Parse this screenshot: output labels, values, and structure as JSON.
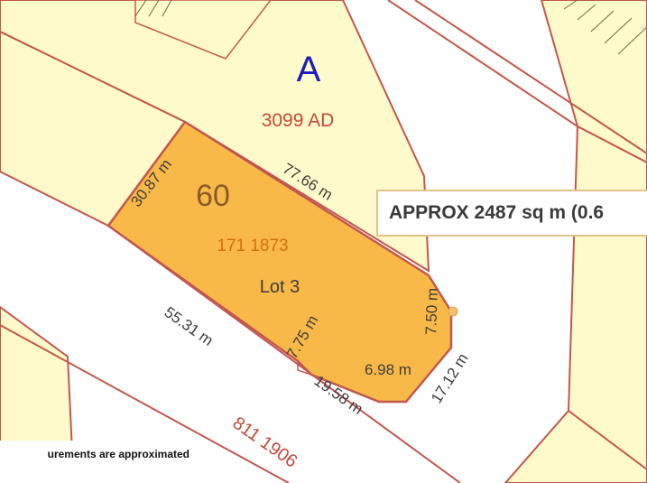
{
  "map": {
    "block_letter": "A",
    "parent_plan": "3099 AD",
    "lot": {
      "number": "60",
      "plan_ref": "171 1873",
      "name": "Lot 3"
    },
    "adjacent_plan": "811 1906",
    "dimensions": {
      "west": "30.87 m",
      "north": "77.66 m",
      "south": "55.31 m",
      "inner_step": "7.75 m",
      "bottom": "19.58 m",
      "east_short": "6.98 m",
      "east_upper": "7.50 m",
      "east_lower": "17.12 m"
    },
    "area_label": "APPROX 2487 sq m (0.6",
    "disclaimer": "urements are approximated",
    "colors": {
      "background_parcel": "#fffacc",
      "highlight_lot": "#f9b949",
      "boundary": "#c2574f",
      "block_letter": "#1c1cc0",
      "plan_text": "#c24a3a",
      "lot_number": "#8a5a2a",
      "plan_ref_text": "#d46f10",
      "dimension_text": "#3c3c3c"
    }
  }
}
